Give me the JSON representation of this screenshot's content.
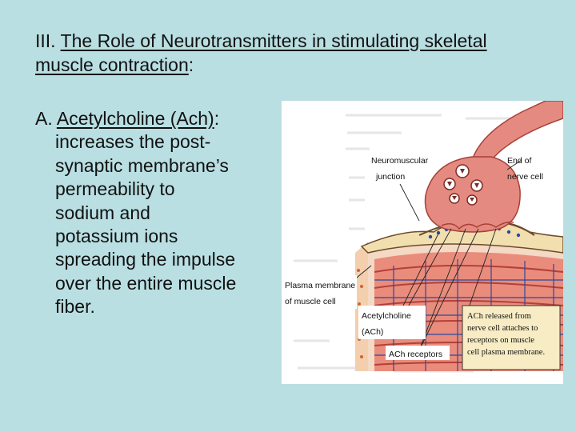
{
  "title": {
    "prefix": "III. ",
    "underlined": "The Role of Neurotransmitters in stimulating skeletal muscle contraction",
    "suffix": ":"
  },
  "bullet": {
    "marker": "A. ",
    "term": "Acetylcholine (Ach)",
    "colon": ":",
    "lines": [
      "increases the post-",
      "synaptic membrane’s",
      "permeability to",
      "sodium and",
      "potassium ions",
      "spreading the impulse",
      "over the entire muscle",
      "fiber."
    ]
  },
  "figure": {
    "labels": {
      "neuromuscular_1": "Neuromuscular",
      "neuromuscular_2": "junction",
      "end_1": "End of",
      "end_2": "nerve cell",
      "plasma_1": "Plasma membrane",
      "plasma_2": "of muscle cell",
      "ach_1": "Acetylcholine",
      "ach_2": "(ACh)",
      "receptors": "ACh receptors",
      "box_1": "ACh released from",
      "box_2": "nerve cell attaches to",
      "box_3": "receptors on muscle",
      "box_4": "cell plasma membrane."
    },
    "colors": {
      "nerve": "#e58a80",
      "nerve_dark": "#a84038",
      "muscle": "#e98c7c",
      "membrane": "#f1dfb0",
      "box": "#f7ecc4",
      "receptor": "#2a4aa0"
    }
  }
}
